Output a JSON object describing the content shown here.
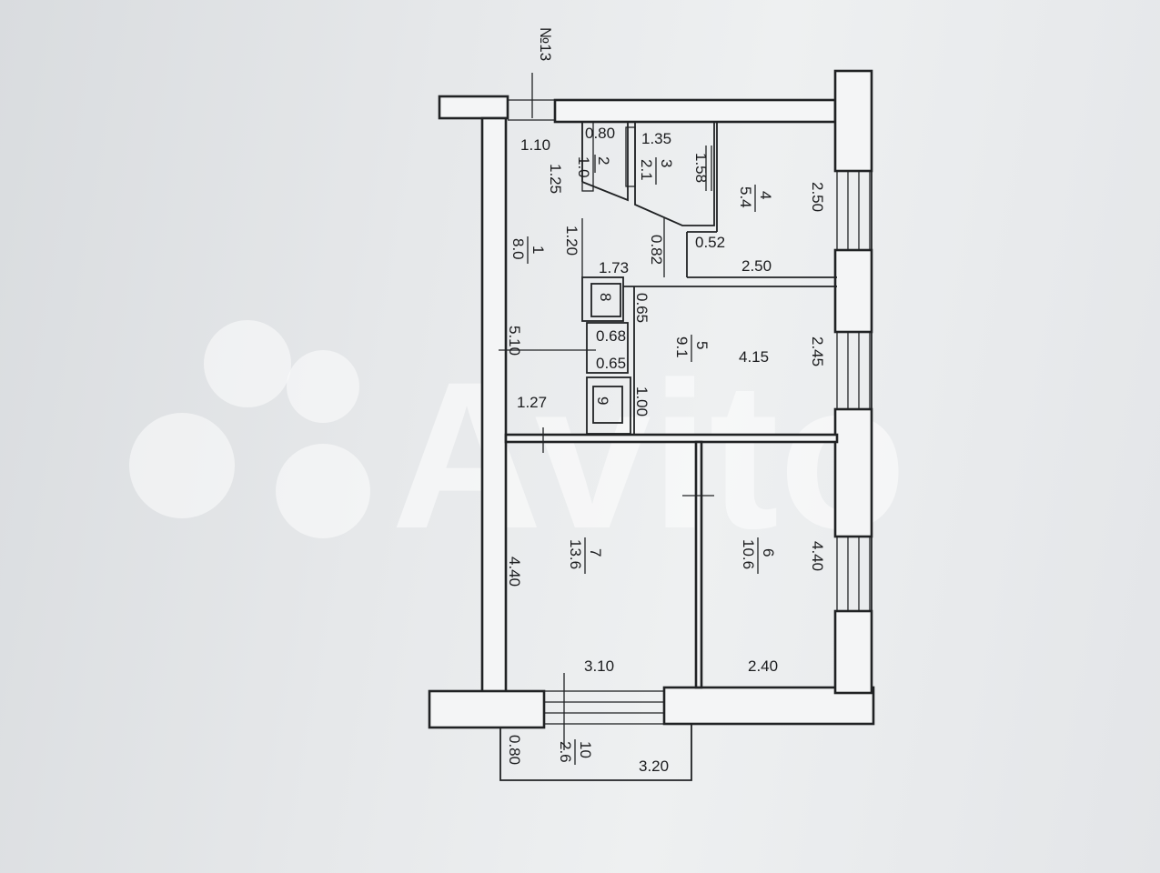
{
  "plan": {
    "building_no": "№13",
    "rooms": [
      {
        "id": "1",
        "no": "1",
        "area": "8.0"
      },
      {
        "id": "2",
        "no": "2",
        "area": "1.0"
      },
      {
        "id": "3",
        "no": "3",
        "area": "2.1"
      },
      {
        "id": "4",
        "no": "4",
        "area": "5.4"
      },
      {
        "id": "5",
        "no": "5",
        "area": "9.1"
      },
      {
        "id": "6",
        "no": "6",
        "area": "10.6"
      },
      {
        "id": "7",
        "no": "7",
        "area": "13.6"
      },
      {
        "id": "8",
        "no": "8",
        "area": ""
      },
      {
        "id": "9",
        "no": "9",
        "area": ""
      },
      {
        "id": "10",
        "no": "10",
        "area": "2.6"
      }
    ],
    "dimensions": {
      "corr_top": "1.10",
      "corr_diag": "1.25",
      "r2_w": "0.80",
      "r3_w": "1.35",
      "r3_h": "1.58",
      "r4_h": "2.50",
      "diag_120": "1.20",
      "d_082": "0.82",
      "d_052": "0.52",
      "r4_w": "2.50",
      "d_173": "1.73",
      "d_065a": "0.65",
      "d_068": "0.68",
      "d_065b": "0.65",
      "d_100": "1.00",
      "corr_h": "5.10",
      "corr_w": "1.27",
      "r5_w": "4.15",
      "r5_h": "2.45",
      "r7_h": "4.40",
      "r6_h": "4.40",
      "r7_w": "3.10",
      "r6_w": "2.40",
      "bal_d": "0.80",
      "bal_w": "3.20"
    },
    "watermark": "Avito"
  }
}
